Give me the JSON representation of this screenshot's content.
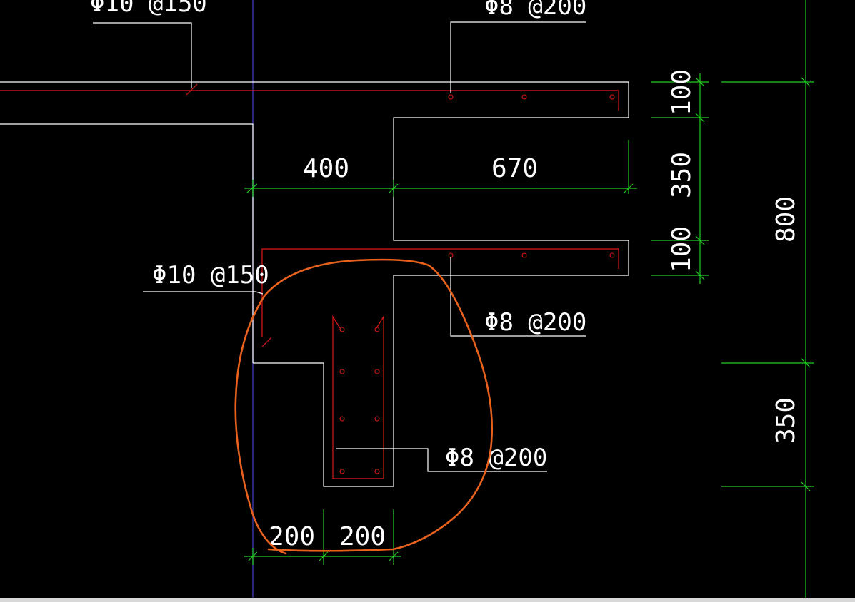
{
  "rebar_labels": {
    "top_left": "Φ10 @150",
    "top_right": "Φ8 @200",
    "mid_left": "Φ10 @150",
    "mid_right": "Φ8 @200",
    "low_right": "Φ8 @200"
  },
  "dimensions": {
    "horiz_400": "400",
    "horiz_670": "670",
    "bottom_200_left": "200",
    "bottom_200_right": "200",
    "vert_100_top": "100",
    "vert_350_mid": "350",
    "vert_100_low": "100",
    "vert_800": "800",
    "vert_350_right": "350"
  },
  "colors": {
    "background": "#000000",
    "outline": "#ffffff",
    "rebar": "#e01818",
    "dimension": "#22cc22",
    "axis": "#3a3aa8",
    "markup": "#e8621e"
  }
}
